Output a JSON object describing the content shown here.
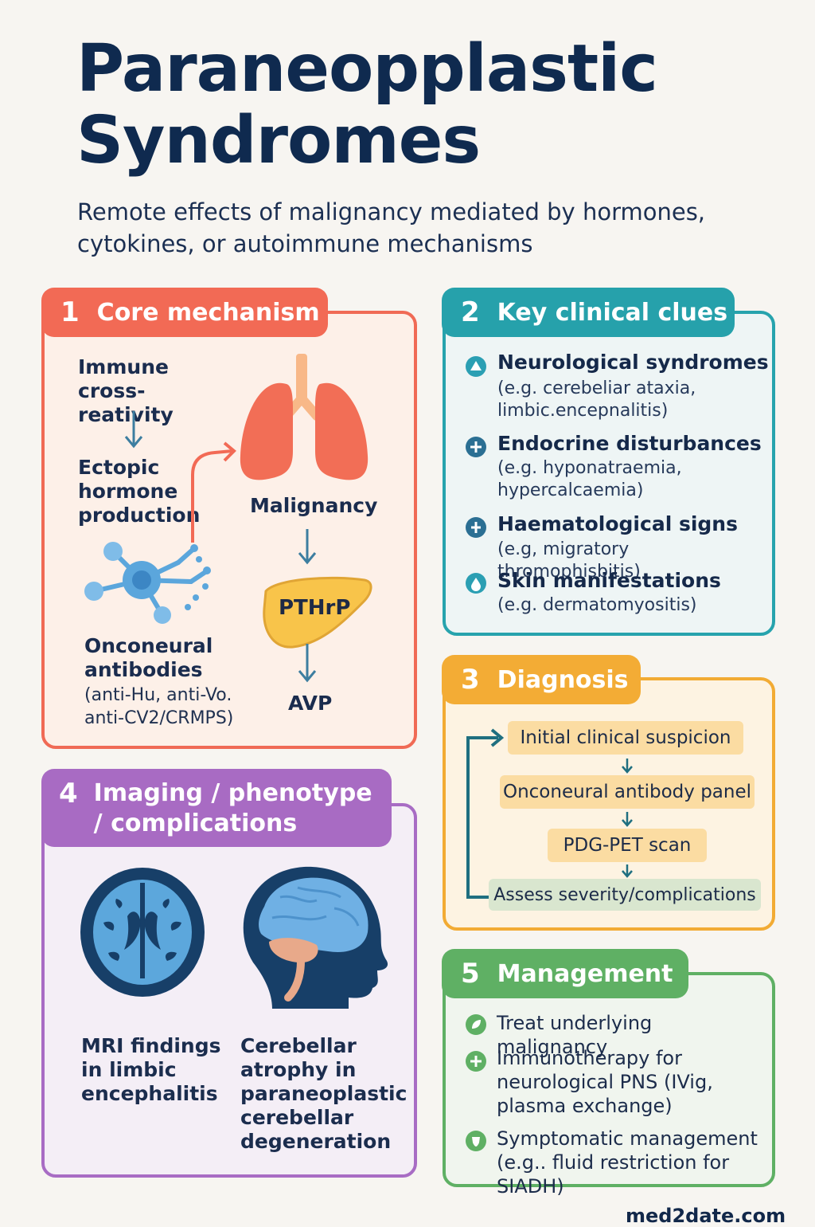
{
  "title": "Paraneopplastic Syndromes",
  "subtitle": "Remote effects of malignancy mediated by hormones, cytokines, or autoimmune mechanisms",
  "panels": {
    "core": {
      "number": "1",
      "label": "Core mechanism",
      "immune": "Immune cross-reativity",
      "ectopic": "Ectopic hormone production",
      "malignancy": "Malignancy",
      "pthrp": "PTHrP",
      "avp": "AVP",
      "onconeural_title": "Onconeural antibodies",
      "onconeural_sub": "(anti-Hu, anti-Vo. anti-CV2/CRMPS)"
    },
    "clues": {
      "number": "2",
      "label": "Key clinical clues",
      "items": [
        {
          "title": "Neurological syndromes",
          "sub": "(e.g. cerebeliar ataxia, limbic.encepnalitis)"
        },
        {
          "title": "Endocrine disturbances",
          "sub": "(e.g. hyponatraemia, hypercalcaemia)"
        },
        {
          "title": "Haematological signs",
          "sub": "(e.g, migratory thromophisbitis)"
        },
        {
          "title": "Skin manifestations",
          "sub": "(e.g. dermatomyositis)"
        }
      ]
    },
    "diagnosis": {
      "number": "3",
      "label": "Diagnosis",
      "steps": [
        "Initial clinical suspicion",
        "Onconeural antibody panel",
        "PDG-PET scan",
        "Assess severity/complications"
      ]
    },
    "imaging": {
      "number": "4",
      "label": "Imaging / phenotype / complications",
      "mri_caption": "MRI findings in limbic encephalitis",
      "cerebellar_caption": "Cerebellar atrophy in paraneoplastic cerebellar degeneration"
    },
    "management": {
      "number": "5",
      "label": "Management",
      "items": [
        "Treat underlying malignancy",
        "Immunotherapy for neurological PNS (IVig, plasma exchange)",
        "Symptomatic management (e.g.. fluid restriction for SIADH)"
      ]
    }
  },
  "footer": "med2date.com",
  "colors": {
    "core": "#f26a55",
    "clues": "#26a1ab",
    "diagnosis": "#f3ac35",
    "imaging": "#a86bc3",
    "management": "#5fb064",
    "navy": "#0f2a4f"
  }
}
